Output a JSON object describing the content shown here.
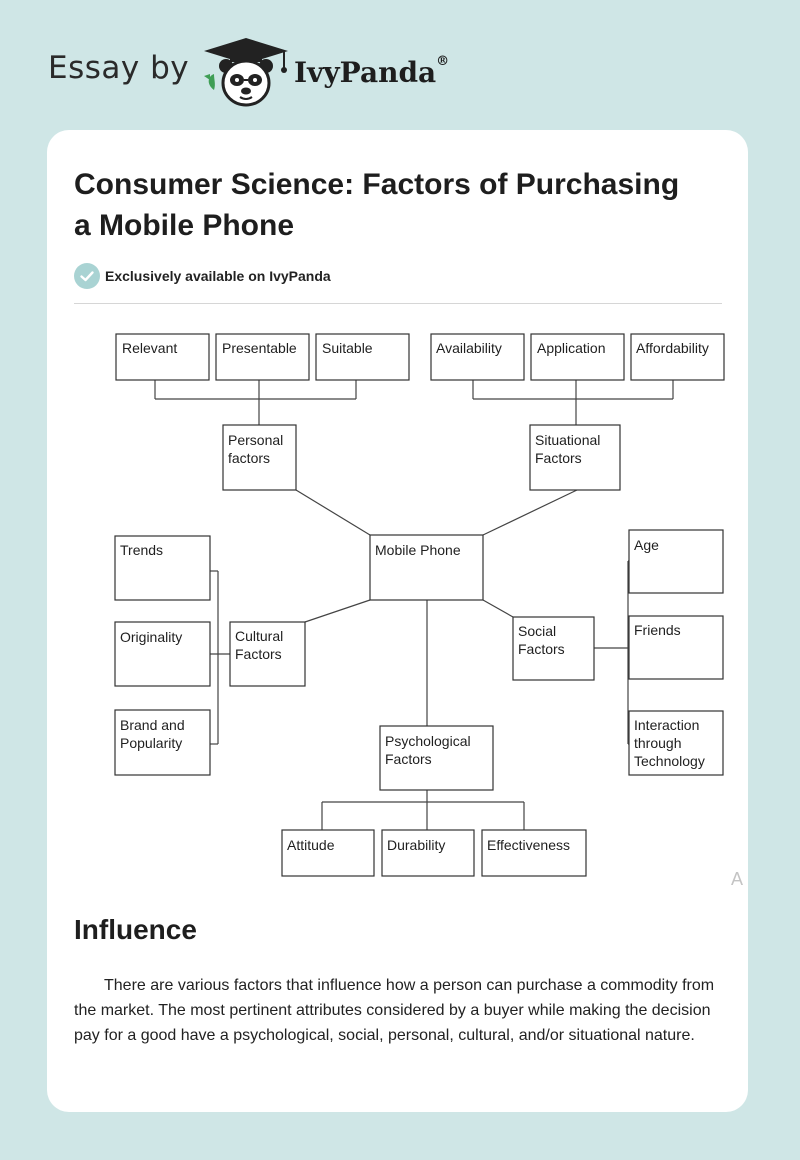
{
  "header": {
    "brand_prefix": "Essay by",
    "brand_name": "IvyPanda",
    "brand_reg": "®",
    "logo_icon": "panda-graduate-icon"
  },
  "article": {
    "title": "Consumer Science: Factors of Purchasing a Mobile Phone",
    "exclusive_text": "Exclusively available on IvyPanda",
    "corner_mark": "A"
  },
  "diagram": {
    "center": "Mobile Phone",
    "branches": {
      "personal": {
        "label": [
          "Personal",
          "factors"
        ],
        "items": [
          "Relevant",
          "Presentable",
          "Suitable"
        ]
      },
      "situational": {
        "label": [
          "Situational",
          "Factors"
        ],
        "items": [
          "Availability",
          "Application",
          "Affordability"
        ]
      },
      "cultural": {
        "label": [
          "Cultural",
          "Factors"
        ],
        "items": [
          [
            "Trends"
          ],
          [
            "Originality"
          ],
          [
            "Brand and",
            "Popularity"
          ]
        ]
      },
      "social": {
        "label": [
          "Social",
          "Factors"
        ],
        "items": [
          [
            "Age"
          ],
          [
            "Friends"
          ],
          [
            "Interaction",
            "through",
            "Technology"
          ]
        ]
      },
      "psychological": {
        "label": [
          "Psychological",
          "Factors"
        ],
        "items": [
          "Attitude",
          "Durability",
          "Effectiveness"
        ]
      }
    }
  },
  "section": {
    "heading": "Influence",
    "paragraph": "There are various factors that influence how a person can purchase a commodity from the market. The most pertinent attributes considered by a buyer while making the decision pay for a good have a psychological, social, personal, cultural, and/or situational nature."
  },
  "colors": {
    "page_bg": "#cfe6e6",
    "card_bg": "#ffffff",
    "check_badge": "#a9d3d3",
    "logo_green": "#3f9e55"
  }
}
